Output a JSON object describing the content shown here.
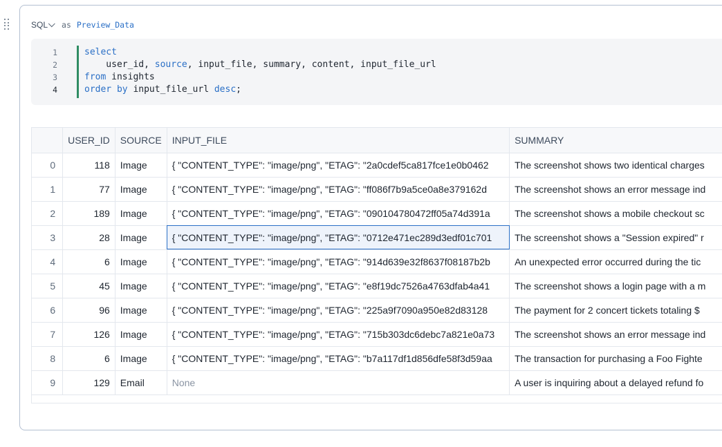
{
  "cell": {
    "language": "SQL",
    "as_label": "as",
    "variable_name": "Preview_Data"
  },
  "editor": {
    "line_numbers": [
      "1",
      "2",
      "3",
      "4"
    ],
    "active_line": "4",
    "lines": [
      [
        {
          "t": "select",
          "k": true
        }
      ],
      [
        {
          "t": "    user_id, ",
          "k": false
        },
        {
          "t": "source",
          "k": true
        },
        {
          "t": ", input_file, summary, content, input_file_url",
          "k": false
        }
      ],
      [
        {
          "t": "from",
          "k": true
        },
        {
          "t": " insights",
          "k": false
        }
      ],
      [
        {
          "t": "order by",
          "k": true
        },
        {
          "t": " input_file_url ",
          "k": false
        },
        {
          "t": "desc",
          "k": true
        },
        {
          "t": ";",
          "k": false
        }
      ]
    ]
  },
  "table": {
    "columns": [
      "",
      "USER_ID",
      "SOURCE",
      "INPUT_FILE",
      "SUMMARY"
    ],
    "selected_row": 3,
    "rows": [
      {
        "idx": "0",
        "user_id": "118",
        "source": "Image",
        "input_file": "{  \"CONTENT_TYPE\": \"image/png\",   \"ETAG\": \"2a0cdef5ca817fce1e0b0462",
        "summary": "The screenshot shows two identical charges"
      },
      {
        "idx": "1",
        "user_id": "77",
        "source": "Image",
        "input_file": "{  \"CONTENT_TYPE\": \"image/png\",   \"ETAG\": \"ff086f7b9a5ce0a8e379162d",
        "summary": "The screenshot shows an error message ind"
      },
      {
        "idx": "2",
        "user_id": "189",
        "source": "Image",
        "input_file": "{  \"CONTENT_TYPE\": \"image/png\",   \"ETAG\": \"090104780472ff05a74d391a",
        "summary": "The screenshot shows a mobile checkout sc"
      },
      {
        "idx": "3",
        "user_id": "28",
        "source": "Image",
        "input_file": "{  \"CONTENT_TYPE\": \"image/png\",   \"ETAG\": \"0712e471ec289d3edf01c701",
        "summary": "The screenshot shows a \"Session expired\" r"
      },
      {
        "idx": "4",
        "user_id": "6",
        "source": "Image",
        "input_file": "{  \"CONTENT_TYPE\": \"image/png\",   \"ETAG\": \"914d639e32f8637f08187b2b",
        "summary": "An unexpected error occurred during the tic"
      },
      {
        "idx": "5",
        "user_id": "45",
        "source": "Image",
        "input_file": "{  \"CONTENT_TYPE\": \"image/png\",   \"ETAG\": \"e8f19dc7526a4763dfab4a41",
        "summary": "The screenshot shows a login page with a m"
      },
      {
        "idx": "6",
        "user_id": "96",
        "source": "Image",
        "input_file": "{  \"CONTENT_TYPE\": \"image/png\",   \"ETAG\": \"225a9f7090a950e82d83128",
        "summary": "The payment for 2 concert tickets totaling $"
      },
      {
        "idx": "7",
        "user_id": "126",
        "source": "Image",
        "input_file": "{  \"CONTENT_TYPE\": \"image/png\",   \"ETAG\": \"715b303dc6debc7a821e0a73",
        "summary": "The screenshot shows an error message ind"
      },
      {
        "idx": "8",
        "user_id": "6",
        "source": "Image",
        "input_file": "{  \"CONTENT_TYPE\": \"image/png\",   \"ETAG\": \"b7a117df1d856dfe58f3d59aa",
        "summary": "The transaction for purchasing a Foo Fighte"
      },
      {
        "idx": "9",
        "user_id": "129",
        "source": "Email",
        "input_file": "None",
        "summary": "A user is inquiring about a delayed refund fo"
      }
    ]
  }
}
